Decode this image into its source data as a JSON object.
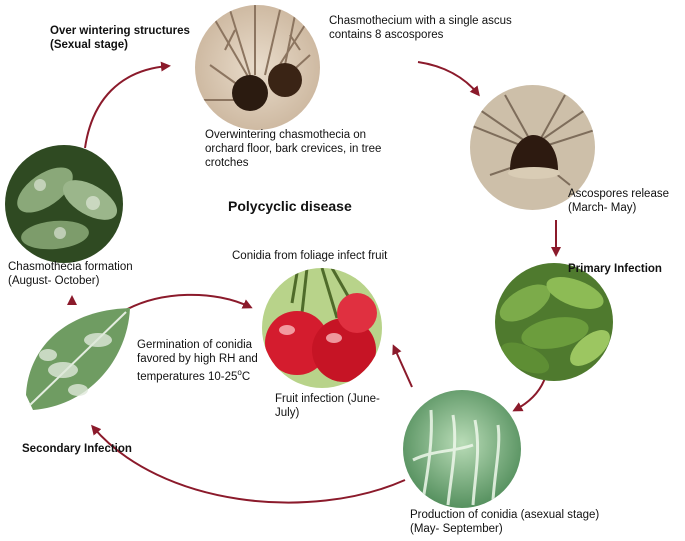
{
  "title": "Polycyclic disease",
  "stages": {
    "overwintering_header": "Over wintering structures\n(Sexual stage)",
    "overwintering_desc": "Overwintering chasmothecia on\norchard floor, bark crevices, in tree\ncrotches",
    "ascus_desc": "Chasmothecium with a single ascus\ncontains 8 ascospores",
    "ascospores_release": "Ascospores release\n(March- May)",
    "primary_infection": "Primary Infection",
    "conidia_production": "Production of conidia (asexual stage)\n(May- September)",
    "fruit_infection": "Fruit infection (June-\nJuly)",
    "conidia_infect_fruit": "Conidia from foliage infect fruit",
    "germination": "Germination of conidia\nfavored by high RH and\ntemperatures 10-25",
    "temperature_unit_super": "o",
    "temperature_unit": "C",
    "secondary_infection": "Secondary Infection",
    "chasmothecia_formation": "Chasmothecia formation\n(August- October)"
  },
  "colors": {
    "arrow": "#8b1a2b"
  },
  "images": [
    "chasmothecia-micrograph",
    "ascus-micrograph",
    "infected-leaves-photo",
    "conidia-micrograph",
    "cherry-fruit-photo",
    "infected-leaf-photo",
    "chasmothecia-leaves-photo"
  ]
}
